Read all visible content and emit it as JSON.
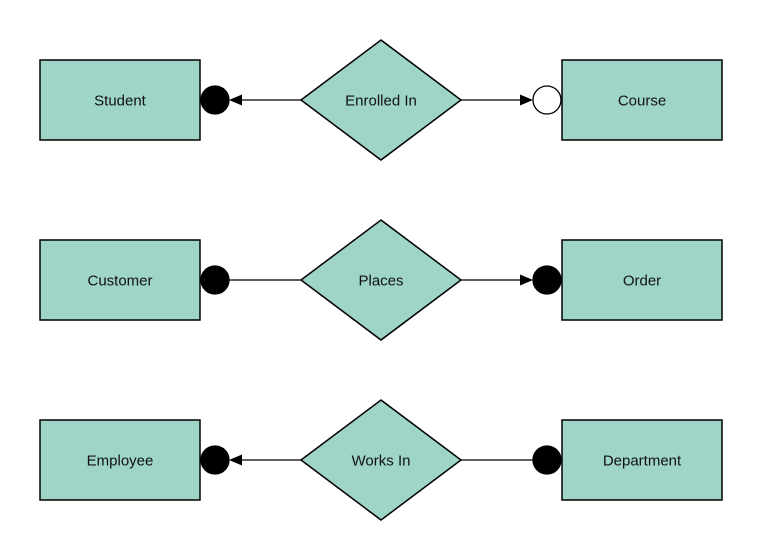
{
  "diagram": {
    "type": "entity-relationship",
    "background_color": "#ffffff",
    "shape_fill_color": "#9ed5c8",
    "shape_stroke_color": "#000000",
    "terminator_filled_color": "#000000",
    "terminator_open_color": "#ffffff",
    "rows": [
      {
        "left_entity": "Student",
        "relationship": "Enrolled In",
        "right_entity": "Course",
        "left_terminator": "filled-circle",
        "left_arrow": "points-to-left-entity",
        "right_terminator": "open-circle",
        "right_arrow": "points-to-right-entity"
      },
      {
        "left_entity": "Customer",
        "relationship": "Places",
        "right_entity": "Order",
        "left_terminator": "filled-circle",
        "left_arrow": "none",
        "right_terminator": "filled-circle",
        "right_arrow": "points-to-right-entity"
      },
      {
        "left_entity": "Employee",
        "relationship": "Works In",
        "right_entity": "Department",
        "left_terminator": "filled-circle",
        "left_arrow": "points-to-left-entity",
        "right_terminator": "filled-circle",
        "right_arrow": "none"
      }
    ]
  }
}
